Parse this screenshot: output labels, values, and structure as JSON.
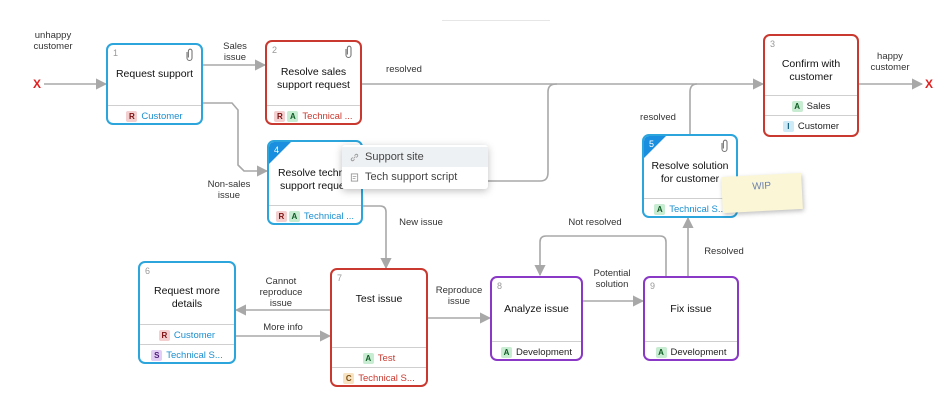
{
  "terminals": {
    "start_label": "unhappy customer",
    "end_label": "happy customer",
    "start_marker": "X",
    "end_marker": "X"
  },
  "nodes": [
    {
      "num": "1",
      "title": "Request support",
      "color": "blue",
      "attachment": true,
      "roles": [
        {
          "badges": [
            "R"
          ],
          "text": "Customer",
          "text_color": "blue"
        }
      ]
    },
    {
      "num": "2",
      "title": "Resolve sales support request",
      "color": "red",
      "attachment": true,
      "roles": [
        {
          "badges": [
            "R",
            "A"
          ],
          "text": "Technical ...",
          "text_color": "red"
        }
      ]
    },
    {
      "num": "3",
      "title": "Confirm with customer",
      "color": "red",
      "attachment": false,
      "roles": [
        {
          "badges": [
            "A"
          ],
          "text": "Sales",
          "text_color": "dark"
        },
        {
          "badges": [
            "I"
          ],
          "text": "Customer",
          "text_color": "dark"
        }
      ]
    },
    {
      "num": "4",
      "title": "Resolve technic support reques",
      "color": "blue",
      "attachment": false,
      "selected": true,
      "roles": [
        {
          "badges": [
            "R",
            "A"
          ],
          "text": "Technical ...",
          "text_color": "blue"
        }
      ]
    },
    {
      "num": "5",
      "title": "Resolve solution for customer",
      "color": "blue",
      "attachment": true,
      "selected": true,
      "roles": [
        {
          "badges": [
            "A"
          ],
          "text": "Technical S...",
          "text_color": "blue"
        }
      ]
    },
    {
      "num": "6",
      "title": "Request more details",
      "color": "blue",
      "attachment": false,
      "roles": [
        {
          "badges": [
            "R"
          ],
          "text": "Customer",
          "text_color": "blue"
        },
        {
          "badges": [
            "S"
          ],
          "text": "Technical S...",
          "text_color": "blue"
        }
      ]
    },
    {
      "num": "7",
      "title": "Test issue",
      "color": "red",
      "attachment": false,
      "roles": [
        {
          "badges": [
            "A"
          ],
          "text": "Test",
          "text_color": "red"
        },
        {
          "badges": [
            "C"
          ],
          "text": "Technical S...",
          "text_color": "red"
        }
      ]
    },
    {
      "num": "8",
      "title": "Analyze issue",
      "color": "purple",
      "attachment": false,
      "roles": [
        {
          "badges": [
            "A"
          ],
          "text": "Development",
          "text_color": "dark"
        }
      ]
    },
    {
      "num": "9",
      "title": "Fix issue",
      "color": "purple",
      "attachment": false,
      "roles": [
        {
          "badges": [
            "A"
          ],
          "text": "Development",
          "text_color": "dark"
        }
      ]
    }
  ],
  "edge_labels": {
    "sales_issue": "Sales issue",
    "non_sales_issue": "Non-sales issue",
    "resolved_2": "resolved",
    "resolved_5": "resolved",
    "new_issue": "New issue",
    "not_resolved": "Not resolved",
    "resolved_9": "Resolved",
    "cannot_reproduce": "Cannot reproduce issue",
    "more_info": "More info",
    "reproduce_issue": "Reproduce issue",
    "potential_solution": "Potential solution"
  },
  "context_menu": {
    "items": [
      {
        "label": "Support site",
        "icon": "link-icon"
      },
      {
        "label": "Tech support script",
        "icon": "document-icon"
      }
    ]
  },
  "sticky_note": {
    "text": "WIP"
  },
  "colors": {
    "blue": "#2ba5dc",
    "red": "#c9392f",
    "purple": "#8a38c6",
    "selected_corner": "#1a8fe0",
    "connector": "#a8a8a8",
    "terminal_x": "#e02020"
  }
}
